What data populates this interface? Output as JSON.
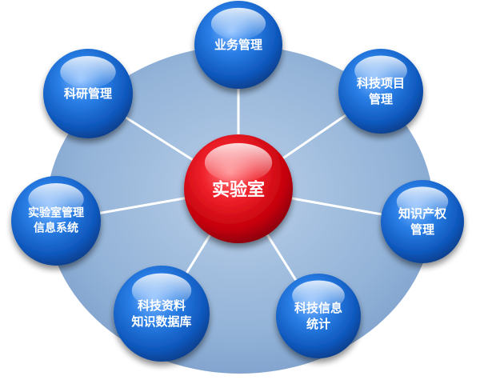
{
  "diagram": {
    "center": {
      "label": "实验室"
    },
    "nodes": [
      {
        "id": "business-management",
        "lines": [
          "业务管理"
        ]
      },
      {
        "id": "sci-project-management",
        "lines": [
          "科技项目",
          "管理"
        ]
      },
      {
        "id": "ip-management",
        "lines": [
          "知识产权",
          "管理"
        ]
      },
      {
        "id": "sci-info-statistics",
        "lines": [
          "科技信息",
          "统计"
        ]
      },
      {
        "id": "sci-data-knowledge-db",
        "lines": [
          "科技资料",
          "知识数据库"
        ]
      },
      {
        "id": "lab-management-system",
        "lines": [
          "实验室管理",
          "信息系统"
        ]
      },
      {
        "id": "research-management",
        "lines": [
          "科研管理"
        ]
      }
    ],
    "colors": {
      "ellipse": "#8fb0d6",
      "node_blue": "#1f6fd6",
      "node_blue_dark": "#0b3f8f",
      "center_red": "#e0141e",
      "center_red_dark": "#8a0008",
      "connector": "#ffffff"
    }
  }
}
